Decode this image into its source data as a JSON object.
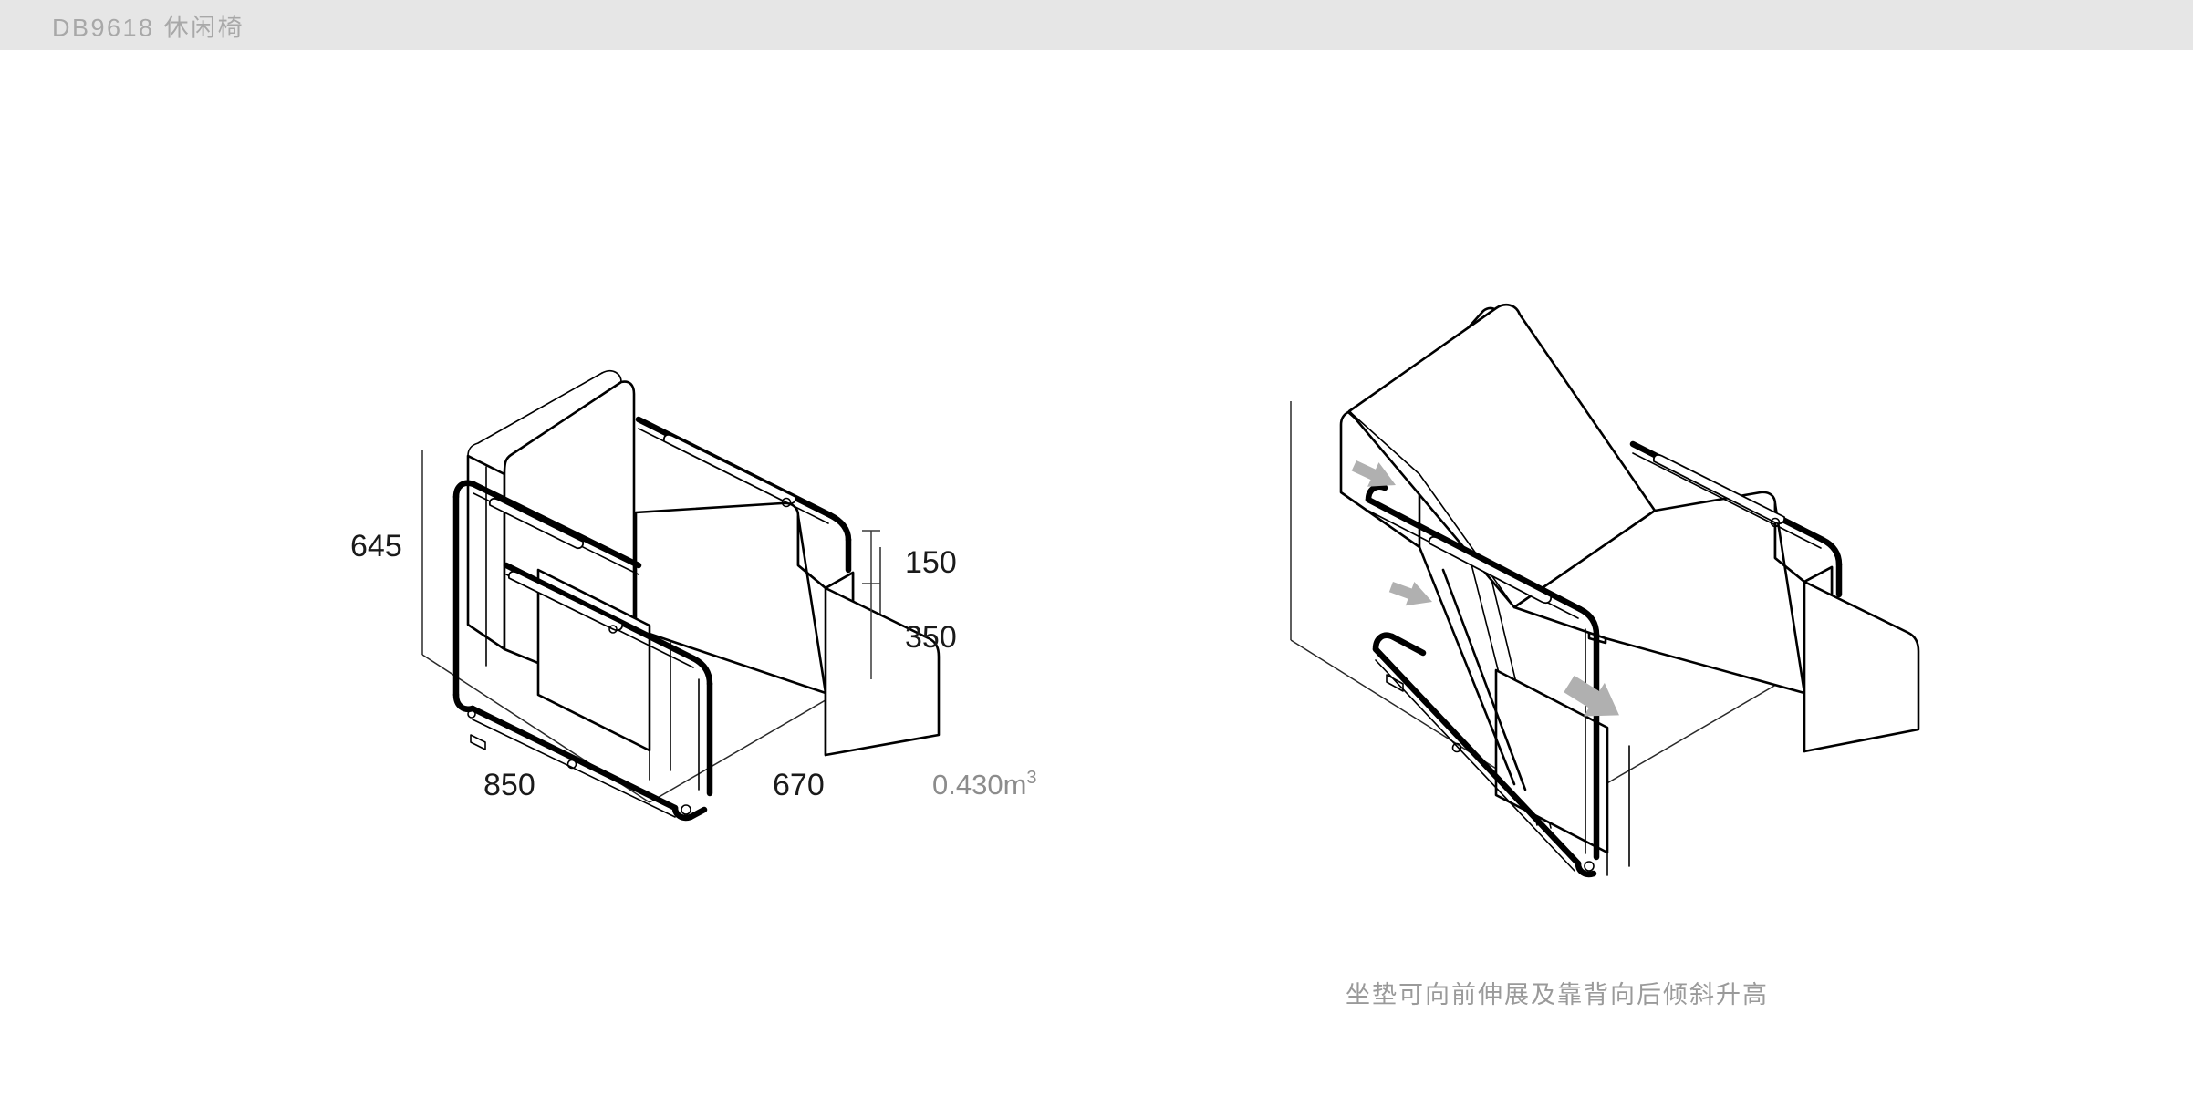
{
  "header": {
    "title": "DB9618 休闲椅",
    "background_color": "#e6e6e6",
    "text_color": "#a8a8a8"
  },
  "left_view": {
    "name": "chair-isometric-dimensioned-view",
    "dimensions": {
      "height_label": "645",
      "width_label": "850",
      "depth_label": "670",
      "seat_back_label": "150",
      "seat_height_label": "350"
    },
    "volume": {
      "value": "0.430m",
      "superscript": "3"
    }
  },
  "right_view": {
    "name": "chair-reclined-mechanism-view",
    "caption": "坐垫可向前伸展及靠背向后倾斜升高",
    "arrows": [
      {
        "name": "backrest-tilt-arrow",
        "direction": "up-left"
      },
      {
        "name": "frame-lift-arrow",
        "direction": "up-left"
      },
      {
        "name": "seat-extend-arrow",
        "direction": "down-right"
      }
    ],
    "arrow_color": "#b0b0b0"
  },
  "colors": {
    "outline": "#000000",
    "dimension_line": "#3a3a3a",
    "dimension_text": "#1a1a1a",
    "muted_text": "#9a9a9a",
    "page_background": "#ffffff"
  }
}
